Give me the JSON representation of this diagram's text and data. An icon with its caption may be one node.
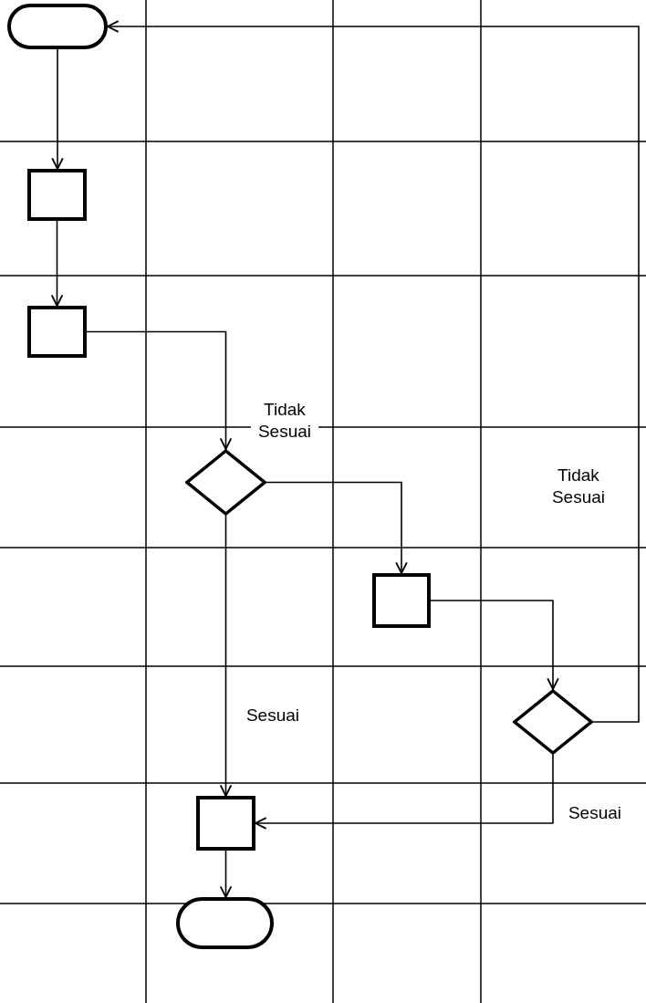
{
  "diagram": {
    "nodes": [
      {
        "text": [],
        "shape": "terminator"
      },
      {
        "text": [],
        "shape": "box"
      },
      {
        "text": [],
        "shape": "box"
      },
      {
        "text": [],
        "shape": "diamond"
      },
      {
        "text": [],
        "shape": "box"
      },
      {
        "text": [],
        "shape": "diamond"
      },
      {
        "text": [],
        "shape": "box"
      },
      {
        "text": [],
        "shape": "terminator"
      }
    ],
    "edges": [
      {
        "from": 0,
        "to": 1,
        "arrow": "to"
      },
      {
        "from": 1,
        "to": 2,
        "arrow": "to"
      },
      {
        "from": 2,
        "to": 3,
        "arrow": "to"
      },
      {
        "from": 3,
        "to": 4,
        "arrow": "to",
        "label": "Tidak Sesuai"
      },
      {
        "from": 4,
        "to": 5,
        "arrow": "to"
      },
      {
        "from": 5,
        "to": 0,
        "arrow": "to",
        "label": "Tidak Sesuai"
      },
      {
        "from": 3,
        "to": 6,
        "arrow": "to",
        "label": "Sesuai"
      },
      {
        "from": 5,
        "to": 6,
        "arrow": "to",
        "label": "Sesuai"
      },
      {
        "from": 6,
        "to": 7,
        "arrow": "to"
      }
    ]
  }
}
